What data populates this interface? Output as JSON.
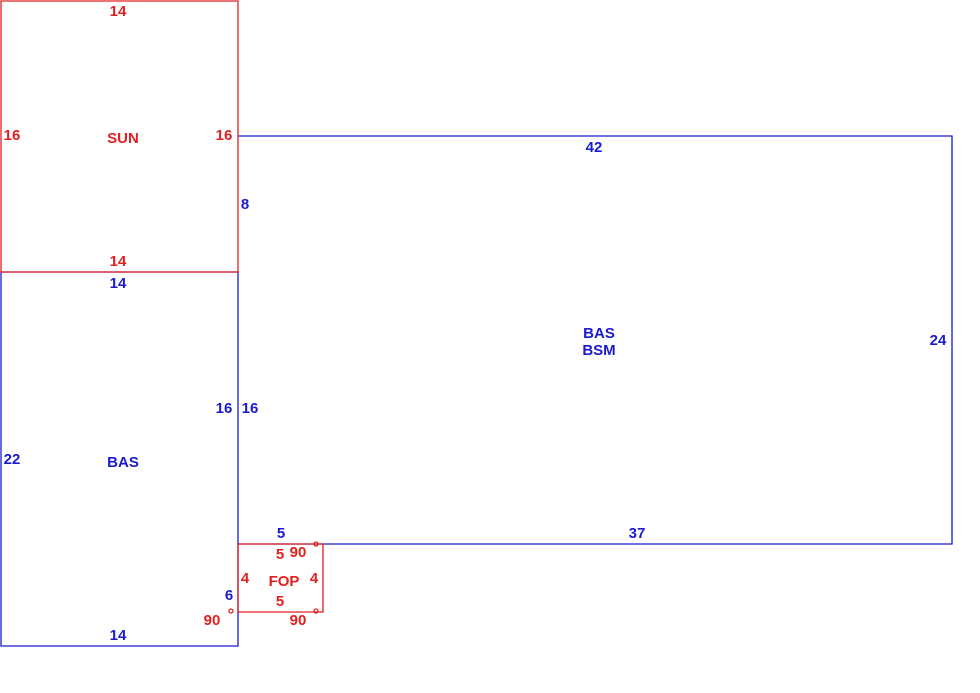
{
  "colors": {
    "red": "#e02020",
    "blue": "#1a1ad0"
  },
  "areas": {
    "sun": {
      "code": "SUN",
      "top": "14",
      "left": "16",
      "right": "16",
      "bottom": "14"
    },
    "bas_left": {
      "code": "BAS",
      "top": "14",
      "left": "22",
      "right": "16",
      "bottom": "14",
      "inner": "6"
    },
    "bas_main": {
      "code1": "BAS",
      "code2": "BSM",
      "top": "42",
      "right": "24",
      "bottom": "37",
      "left": "16",
      "step_upper": "8",
      "step_lower": "5"
    },
    "fop": {
      "code": "FOP",
      "top": "5",
      "bottom": "5",
      "left": "4",
      "right": "4",
      "angle_tr": "90",
      "angle_br": "90",
      "angle_bl": "90"
    }
  }
}
